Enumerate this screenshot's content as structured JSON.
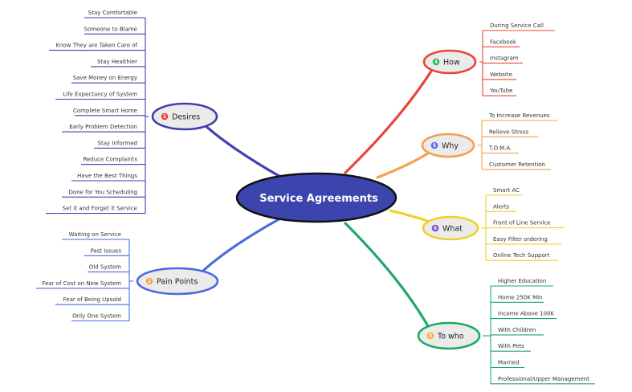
{
  "central": {
    "label": "Service Agreements",
    "color": "#3949ab"
  },
  "branches": [
    {
      "id": "desires",
      "num": "1",
      "label": "Desires",
      "color": "#3f3fb0",
      "badge": "#e8453c",
      "items": [
        "Stay Comfortable",
        "Someone to Blame",
        "Know They are Taken Care of",
        "Stay Healthier",
        "Save Money on Energy",
        "Life Expectancy of System",
        "Complete Smart Home",
        "Early Problem Detection",
        "Stay Informed",
        "Reduce Complaints",
        "Have the Best Things",
        "Done for You Scheduling",
        "Set it and Forget it Service"
      ]
    },
    {
      "id": "pain-points",
      "num": "2",
      "label": "Pain Points",
      "color": "#4a6be0",
      "badge": "#f5a14a",
      "items": [
        "Waiting on Service",
        "Past Issues",
        "Old System",
        "Fear of Cost on New System",
        "Fear of Being Upsold",
        "Only One System"
      ]
    },
    {
      "id": "how",
      "num": "4",
      "label": "How",
      "color": "#e8453c",
      "badge": "#2fb45a",
      "items": [
        "During Service Call",
        "Facebook",
        "Instagram",
        "Website",
        "YouTube"
      ]
    },
    {
      "id": "why",
      "num": "5",
      "label": "Why",
      "color": "#f5a14a",
      "badge": "#5b6fd6",
      "items": [
        "To Increase Revenues",
        "Relieve Stress",
        "T.O.M.A.",
        "Customer Retention"
      ]
    },
    {
      "id": "what",
      "num": "6",
      "label": "What",
      "color": "#f2cf2a",
      "badge": "#7a4fc4",
      "items": [
        "Smart AC",
        "Alerts",
        "Front of Line Service",
        "Easy Filter ordering",
        "Online Tech Support"
      ]
    },
    {
      "id": "to-who",
      "num": "3",
      "label": "To who",
      "color": "#1fa866",
      "badge": "#f2b233",
      "items": [
        "Higher Education",
        "Home 250K Min",
        "Income Above 100K",
        "With Children",
        "With Pets",
        "Married",
        "Professional/Upper Management"
      ]
    }
  ]
}
